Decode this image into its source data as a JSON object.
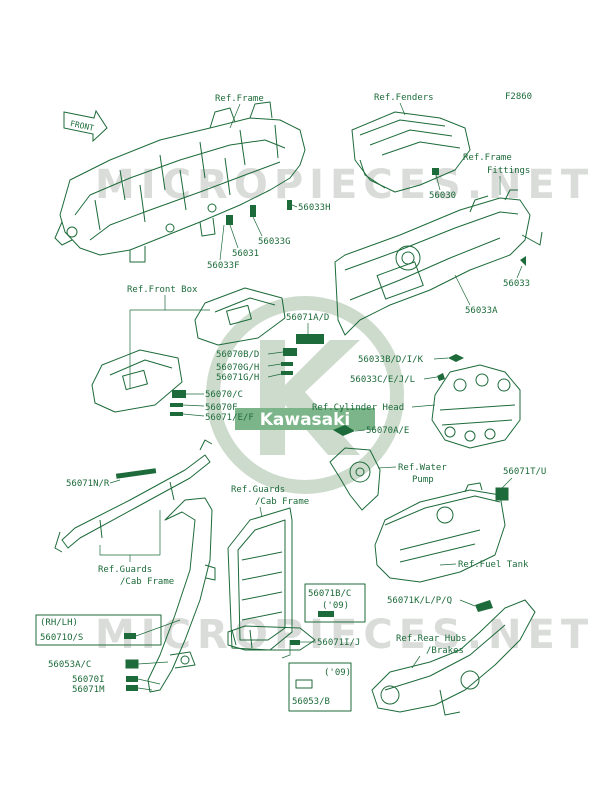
{
  "figure_code": "F2860",
  "watermark": {
    "brand": "Kawasaki",
    "site_top": "MICROPIECES.NET",
    "site_bottom": "MICROPIECES.NET"
  },
  "direction_arrow": "FRONT",
  "references": {
    "frame": "Ref.Frame",
    "fenders": "Ref.Fenders",
    "frame_fittings_1": "Ref.Frame",
    "frame_fittings_2": "Fittings",
    "front_box": "Ref.Front Box",
    "cylinder_head": "Ref.Cylinder Head",
    "water_pump_1": "Ref.Water",
    "water_pump_2": "Pump",
    "guards_cab_right_1": "Ref.Guards",
    "guards_cab_right_2": "/Cab Frame",
    "guards_cab_left_1": "Ref.Guards",
    "guards_cab_left_2": "/Cab Frame",
    "fuel_tank": "Ref.Fuel Tank",
    "rear_hubs_1": "Ref.Rear Hubs",
    "rear_hubs_2": "/Brakes"
  },
  "parts": {
    "p56030": "56030",
    "p56033H": "56033H",
    "p56033G": "56033G",
    "p56031": "56031",
    "p56033F": "56033F",
    "p56033": "56033",
    "p56033A": "56033A",
    "p56071AD": "56071A/D",
    "p56070BD": "56070B/D",
    "p56070GH": "56070G/H",
    "p56071GH": "56071G/H",
    "p56070C": "56070/C",
    "p56070F": "56070F",
    "p56071EF": "56071/E/F",
    "p56033BDIK": "56033B/D/I/K",
    "p56033CEJL": "56033C/E/J/L",
    "p56070AE": "56070A/E",
    "p56071NR": "56071N/R",
    "p56071TU": "56071T/U",
    "p56071BC": "56071B/C",
    "p56071BC_year": "('09)",
    "p56071IJ": "56071I/J",
    "p56071KLPQ": "56071K/L/P/Q",
    "rh_lh": "(RH/LH)",
    "p56071OS": "56071O/S",
    "p56053AC": "56053A/C",
    "p56070I": "56070I",
    "p56071M": "56071M",
    "p56053B_year": "('09)",
    "p56053B": "56053/B"
  }
}
